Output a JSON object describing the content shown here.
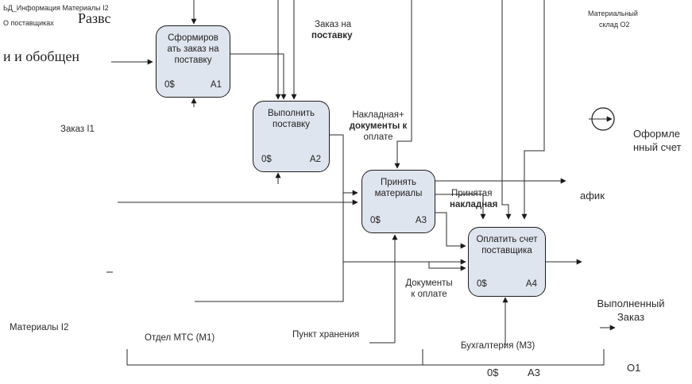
{
  "header": {
    "overlap_tl_1": "Материалы I2",
    "overlap_tl_2": "ЬД_Информация",
    "overlap_tl_3": "О поставщиках",
    "overlap_tl_4": "Развс",
    "partial_left_text": "и и обобщен",
    "overlap_tr_1": "Материальный",
    "overlap_tr_2": "склад О2"
  },
  "boxes": [
    {
      "title": "Сформиров ать заказ на поставку",
      "cost": "0$",
      "num": "A1"
    },
    {
      "title": "Выполнить поставку",
      "cost": "0$",
      "num": "A2"
    },
    {
      "title": "Принять материалы",
      "cost": "0$",
      "num": "A3"
    },
    {
      "title": "Оплатить счет поставщика",
      "cost": "0$",
      "num": "A4"
    }
  ],
  "labels": {
    "order_line1": "Заказ на",
    "order_line2": "поставку",
    "invoice_line1": "Накладная+",
    "invoice_line2": "документы к",
    "invoice_line3": "оплате",
    "accepted_line1": "Принятая",
    "accepted_line2": "накладная",
    "docs_line1": "Документы",
    "docs_line2": "к оплате",
    "order_input": "Заказ I1",
    "materials_input": "Материалы I2",
    "mech1": "Отдел МТС (M1)",
    "mech2": "Пункт хранения",
    "mech3": "Бухгалтерия  (M3)",
    "out_invoice_line1": "Оформле",
    "out_invoice_line2": "нный счет",
    "out_graph": "афик",
    "out_done_line1": "Выполненный",
    "out_done_line2": "Заказ",
    "frame_cost": "0$",
    "frame_num": "A3",
    "frame_o1": "O1"
  },
  "colors": {
    "box_fill": "#dfe5ee",
    "line": "#2a2a2a"
  },
  "icons": {
    "tunnel": "circle-arrow-icon"
  }
}
